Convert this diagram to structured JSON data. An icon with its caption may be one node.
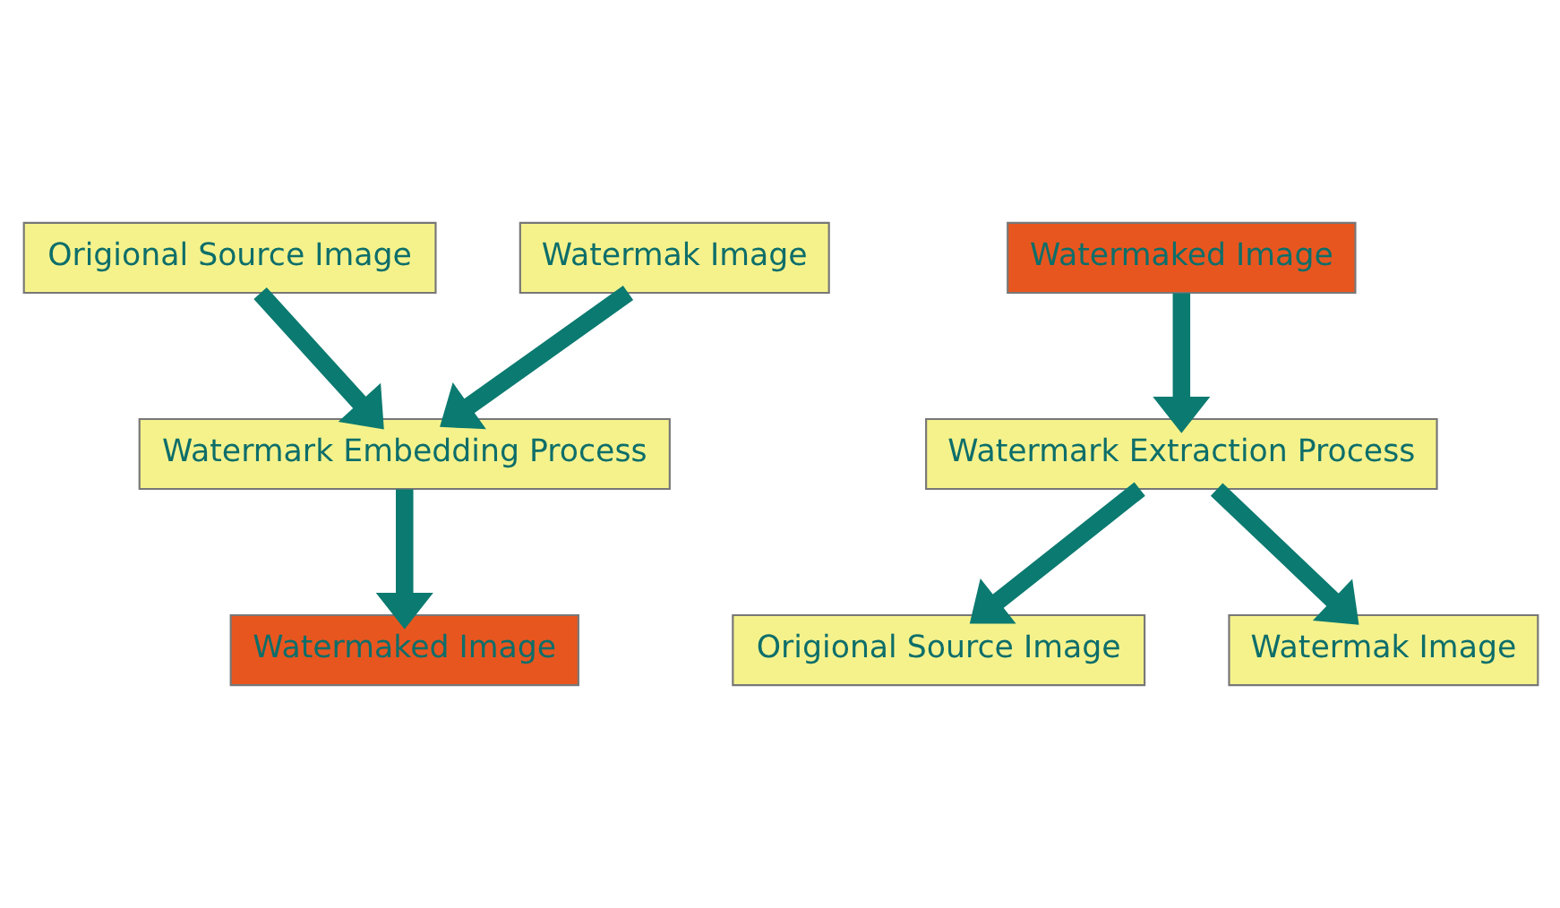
{
  "diagram": {
    "nodes": [
      {
        "text": [
          "Origional Source Image"
        ]
      },
      {
        "text": [
          "Watermak Image"
        ]
      },
      {
        "text": [
          "Watermark Embedding Process"
        ]
      },
      {
        "text": [
          "Watermaked Image"
        ]
      },
      {
        "text": [
          "Watermaked Image"
        ]
      },
      {
        "text": [
          "Watermark Extraction Process"
        ]
      },
      {
        "text": [
          "Origional Source Image"
        ]
      },
      {
        "text": [
          "Watermak Image"
        ]
      }
    ],
    "edges": [
      {
        "from": 0,
        "to": 2,
        "arrow": "to"
      },
      {
        "from": 1,
        "to": 2,
        "arrow": "to"
      },
      {
        "from": 2,
        "to": 3,
        "arrow": "to"
      },
      {
        "from": 4,
        "to": 5,
        "arrow": "to"
      },
      {
        "from": 5,
        "to": 6,
        "arrow": "to"
      },
      {
        "from": 5,
        "to": 7,
        "arrow": "to"
      }
    ]
  }
}
